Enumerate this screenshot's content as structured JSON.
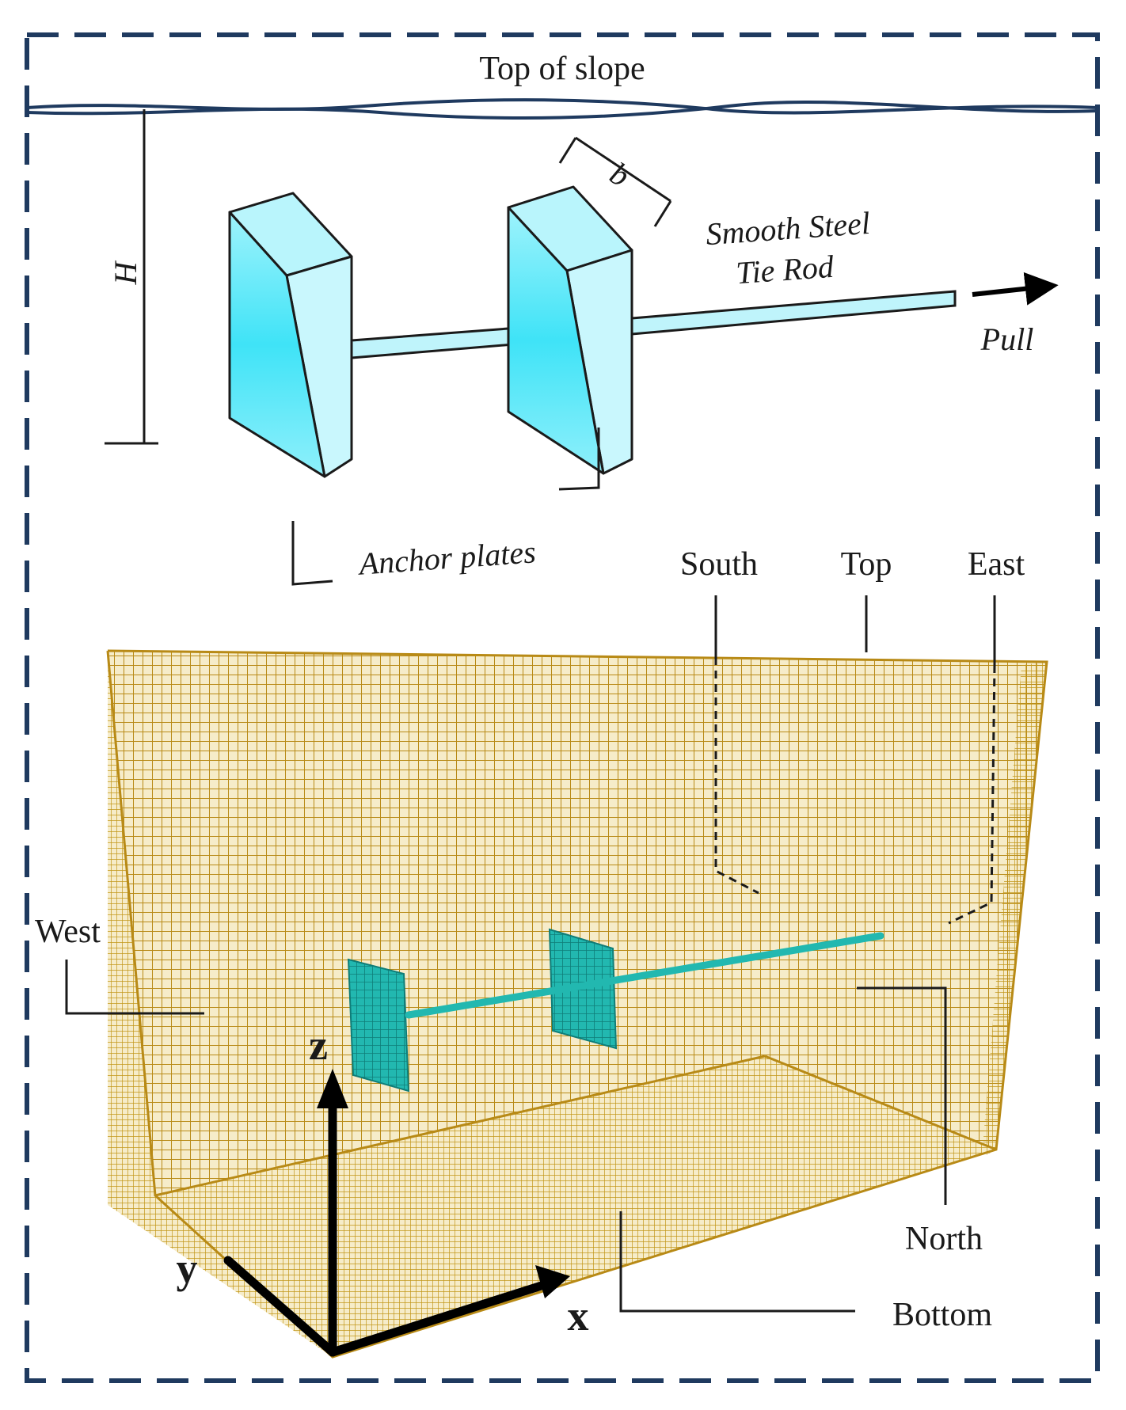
{
  "labels": {
    "top_of_slope": "Top of slope",
    "height_symbol": "H",
    "width_symbol": "b",
    "tie_rod_line1": "Smooth Steel",
    "tie_rod_line2": "Tie Rod",
    "pull": "Pull",
    "anchor_plates": "Anchor plates",
    "south": "South",
    "top": "Top",
    "east": "East",
    "west": "West",
    "north": "North",
    "bottom": "Bottom",
    "axis_x": "x",
    "axis_y": "y",
    "axis_z": "z"
  },
  "colors": {
    "frame": "#1f3a5f",
    "slope_line": "#1f3a5f",
    "plate_face": "#3fe3f7",
    "plate_side": "#b9f5fc",
    "rod": "#bff4fb",
    "mesh_line": "#b88a16",
    "mesh_fill": "#f6ecc9",
    "mesh_plate": "#22b8b0",
    "axis_arrow": "#000000",
    "leader": "#1a1a1a"
  }
}
